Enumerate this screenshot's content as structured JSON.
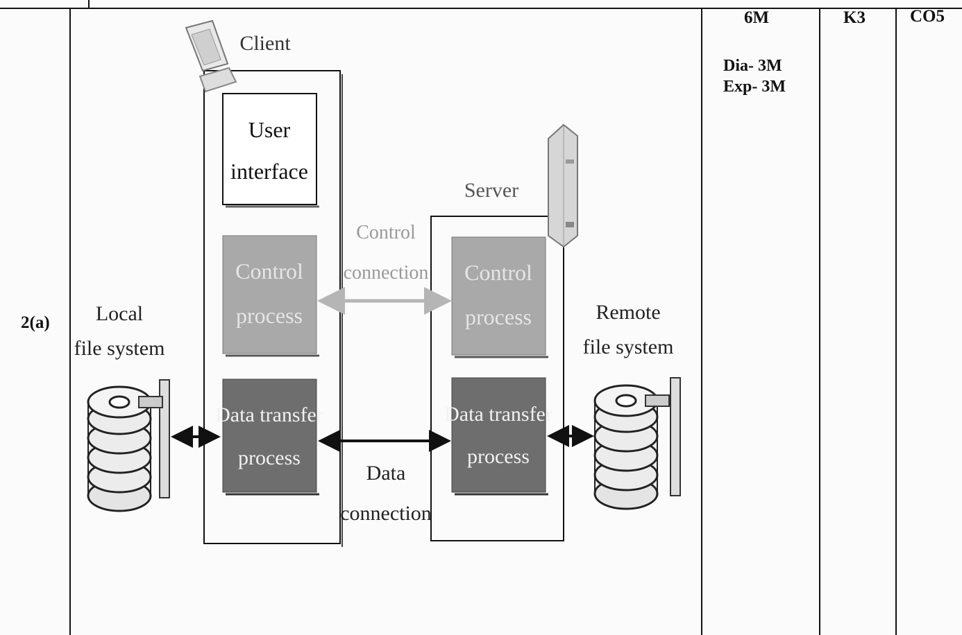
{
  "question": {
    "number": "2(a)"
  },
  "marks": {
    "total": "6M",
    "diagram": "Dia- 3M",
    "explanation": "Exp- 3M"
  },
  "knowledge_level": "K3",
  "course_outcome": "CO5",
  "diagram": {
    "client_label": "Client",
    "server_label": "Server",
    "user_interface": [
      "User",
      "interface"
    ],
    "client_control_process": [
      "Control",
      "process"
    ],
    "client_data_process": [
      "Data transfer",
      "process"
    ],
    "server_control_process": [
      "Control",
      "process"
    ],
    "server_data_process": [
      "Data transfer",
      "process"
    ],
    "control_connection": [
      "Control",
      "connection"
    ],
    "data_connection": [
      "Data",
      "connection"
    ],
    "local_fs": [
      "Local",
      "file system"
    ],
    "remote_fs": [
      "Remote",
      "file system"
    ],
    "colors": {
      "control_box": "#a9a9a9",
      "data_box": "#6e6e6e",
      "ui_box": "#ffffff",
      "control_arrow": "#b5b5b5",
      "data_arrow": "#111111"
    }
  }
}
